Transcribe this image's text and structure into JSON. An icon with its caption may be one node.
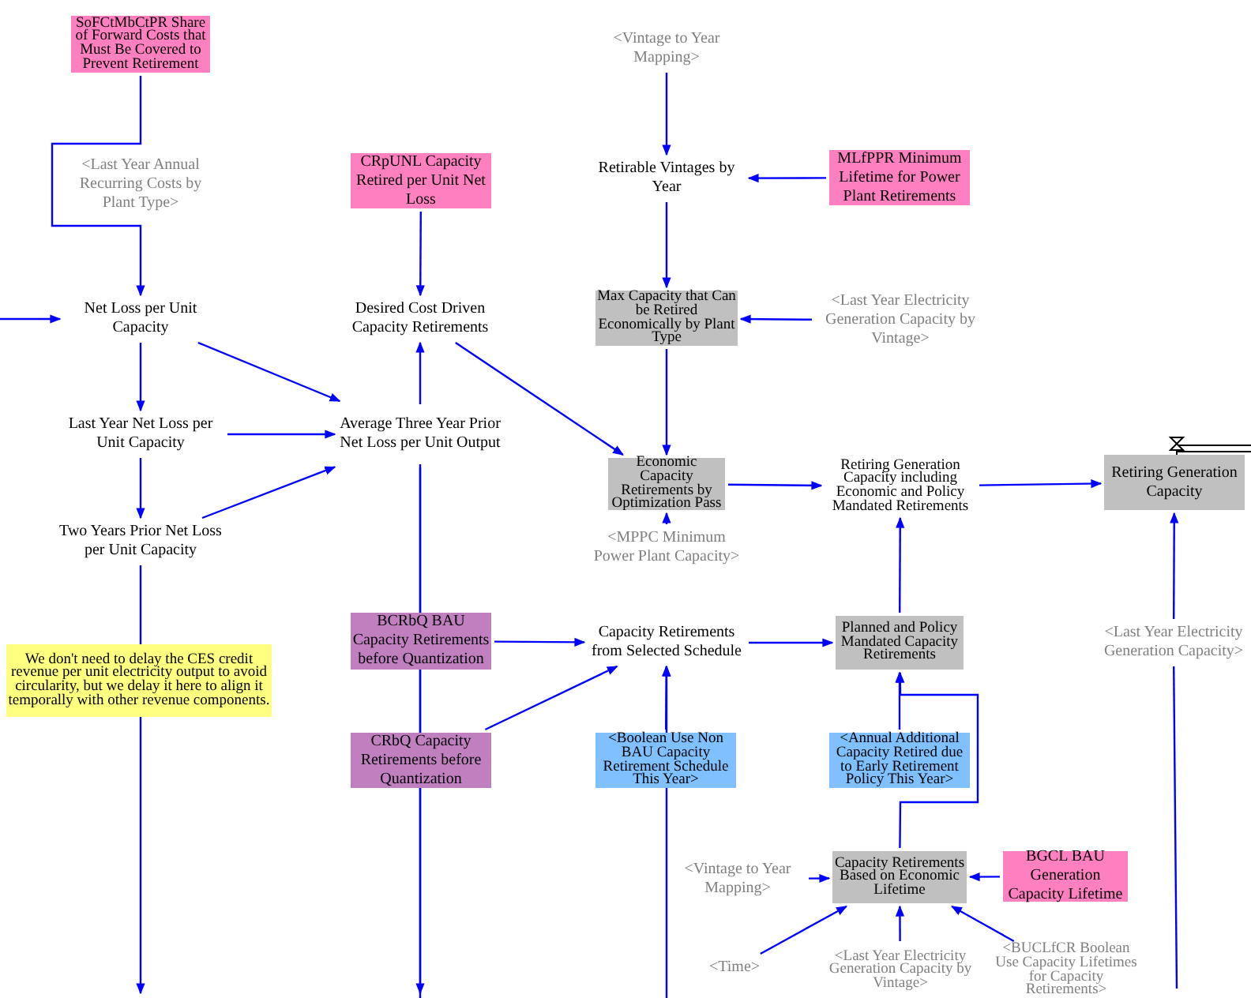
{
  "diagram": {
    "nodes": [
      {
        "text": [
          "SoFCtMbCtPR Share of Forward Costs that Must Be Covered to Prevent Retirement"
        ]
      },
      {
        "text": [
          "<Last Year Annual Recurring Costs by Plant Type>"
        ]
      },
      {
        "text": [
          "CRpUNL Capacity Retired per Unit Net Loss"
        ]
      },
      {
        "text": [
          "<Vintage to Year Mapping>"
        ]
      },
      {
        "text": [
          "Retirable Vintages by Year"
        ]
      },
      {
        "text": [
          "MLfPPR Minimum Lifetime for Power Plant Retirements"
        ]
      },
      {
        "text": [
          "Net Loss per Unit Capacity"
        ]
      },
      {
        "text": [
          "Desired Cost Driven Capacity Retirements"
        ]
      },
      {
        "text": [
          "Max Capacity that Can be Retired Economically by Plant Type"
        ]
      },
      {
        "text": [
          "<Last Year Electricity Generation Capacity by Vintage>"
        ]
      },
      {
        "text": [
          "Last Year Net Loss per Unit Capacity"
        ]
      },
      {
        "text": [
          "Average Three Year Prior Net Loss per Unit Output"
        ]
      },
      {
        "text": [
          "Economic Capacity Retirements by Optimization Pass"
        ]
      },
      {
        "text": [
          "Retiring Generation Capacity including Economic and Policy Mandated Retirements"
        ]
      },
      {
        "text": [
          "Retiring Generation Capacity"
        ]
      },
      {
        "text": [
          "Two Years Prior Net Loss per Unit Capacity"
        ]
      },
      {
        "text": [
          "<MPPC Minimum Power Plant Capacity>"
        ]
      },
      {
        "text": [
          "BCRbQ BAU Capacity Retirements before Quantization"
        ]
      },
      {
        "text": [
          "Capacity Retirements from Selected Schedule"
        ]
      },
      {
        "text": [
          "Planned and Policy Mandated Capacity Retirements"
        ]
      },
      {
        "text": [
          "<Last Year Electricity Generation Capacity>"
        ]
      },
      {
        "text": [
          "We don't need to delay the CES credit revenue per unit electricity output to avoid circularity, but we delay it here to align it temporally with other revenue components."
        ]
      },
      {
        "text": [
          "CRbQ Capacity Retirements before Quantization"
        ]
      },
      {
        "text": [
          "<Boolean Use Non BAU Capacity Retirement Schedule This Year>"
        ]
      },
      {
        "text": [
          "<Annual Additional Capacity Retired due to Early Retirement Policy This Year>"
        ]
      },
      {
        "text": [
          "<Vintage to Year Mapping>"
        ]
      },
      {
        "text": [
          "Capacity Retirements Based on Economic Lifetime"
        ]
      },
      {
        "text": [
          "BGCL BAU Generation Capacity Lifetime"
        ]
      },
      {
        "text": [
          "<Time>"
        ]
      },
      {
        "text": [
          "<Last Year Electricity Generation Capacity by Vintage>"
        ]
      },
      {
        "text": [
          "<BUCLfCR Boolean Use Capacity Lifetimes for Capacity Retirements>"
        ]
      }
    ],
    "edges": [
      {
        "from": 0,
        "to": 6,
        "arrow": "to"
      },
      {
        "from": null,
        "to": 6,
        "arrow": "to"
      },
      {
        "from": 6,
        "to": 10,
        "arrow": "to"
      },
      {
        "from": 10,
        "to": 15,
        "arrow": "to"
      },
      {
        "from": 15,
        "to": null,
        "arrow": "to"
      },
      {
        "from": 6,
        "to": 11,
        "arrow": "to"
      },
      {
        "from": 10,
        "to": 11,
        "arrow": "to"
      },
      {
        "from": 15,
        "to": 11,
        "arrow": "to"
      },
      {
        "from": 2,
        "to": 7,
        "arrow": "to"
      },
      {
        "from": null,
        "to": 7,
        "arrow": "to"
      },
      {
        "from": 11,
        "to": null,
        "arrow": "to"
      },
      {
        "from": 7,
        "to": 12,
        "arrow": "to"
      },
      {
        "from": 3,
        "to": 4,
        "arrow": "to"
      },
      {
        "from": 5,
        "to": 4,
        "arrow": "to"
      },
      {
        "from": 4,
        "to": 8,
        "arrow": "to"
      },
      {
        "from": 9,
        "to": 8,
        "arrow": "to"
      },
      {
        "from": 8,
        "to": 12,
        "arrow": "to"
      },
      {
        "from": 12,
        "to": 13,
        "arrow": "to"
      },
      {
        "from": 13,
        "to": 14,
        "arrow": "to"
      },
      {
        "from": 16,
        "to": 12,
        "arrow": "to"
      },
      {
        "from": 17,
        "to": 18,
        "arrow": "to"
      },
      {
        "from": 22,
        "to": 18,
        "arrow": "to"
      },
      {
        "from": 23,
        "to": 18,
        "arrow": "to"
      },
      {
        "from": 18,
        "to": 19,
        "arrow": "to"
      },
      {
        "from": 24,
        "to": 19,
        "arrow": "to"
      },
      {
        "from": 26,
        "to": 19,
        "arrow": "to"
      },
      {
        "from": 19,
        "to": 13,
        "arrow": "to"
      },
      {
        "from": 25,
        "to": 26,
        "arrow": "to"
      },
      {
        "from": 27,
        "to": 26,
        "arrow": "to"
      },
      {
        "from": 28,
        "to": 26,
        "arrow": "to"
      },
      {
        "from": 29,
        "to": 26,
        "arrow": "to"
      },
      {
        "from": 30,
        "to": 26,
        "arrow": "to"
      },
      {
        "from": 20,
        "to": 14,
        "arrow": "to"
      },
      {
        "from": 20,
        "to": null,
        "arrow": "none"
      },
      {
        "from": null,
        "to": 18,
        "arrow": "to"
      }
    ]
  }
}
